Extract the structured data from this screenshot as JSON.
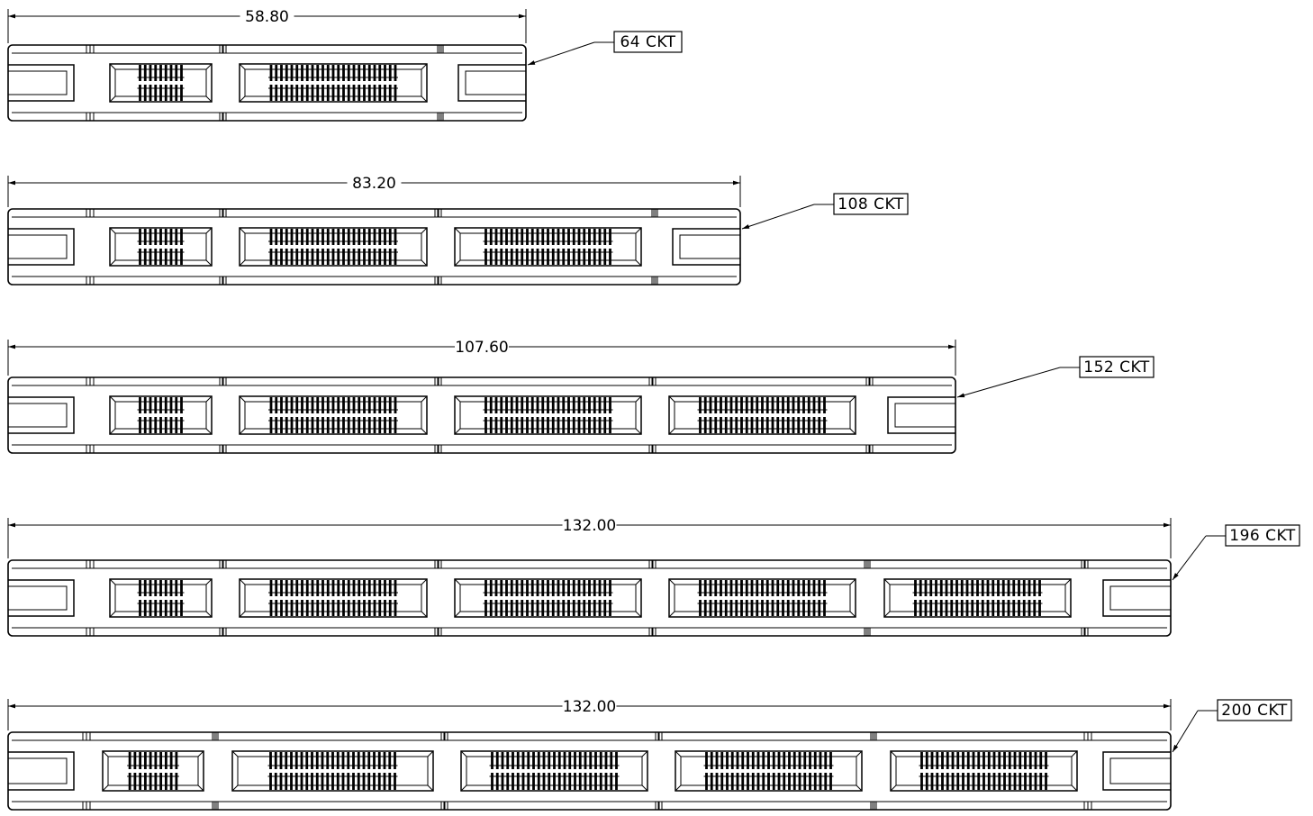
{
  "connectors": [
    {
      "dimension": "58.80",
      "label": "64 CKT",
      "blocks": [
        9,
        25
      ]
    },
    {
      "dimension": "83.20",
      "label": "108 CKT",
      "blocks": [
        9,
        25,
        25
      ]
    },
    {
      "dimension": "107.60",
      "label": "152 CKT",
      "blocks": [
        9,
        25,
        25,
        25
      ]
    },
    {
      "dimension": "132.00",
      "label": "196 CKT",
      "blocks": [
        9,
        25,
        25,
        25,
        25
      ]
    },
    {
      "dimension": "132.00",
      "label": "200 CKT",
      "blocks": [
        10,
        25,
        25,
        25,
        25
      ]
    }
  ],
  "colors": {
    "line": "#000000",
    "background": "#ffffff"
  }
}
